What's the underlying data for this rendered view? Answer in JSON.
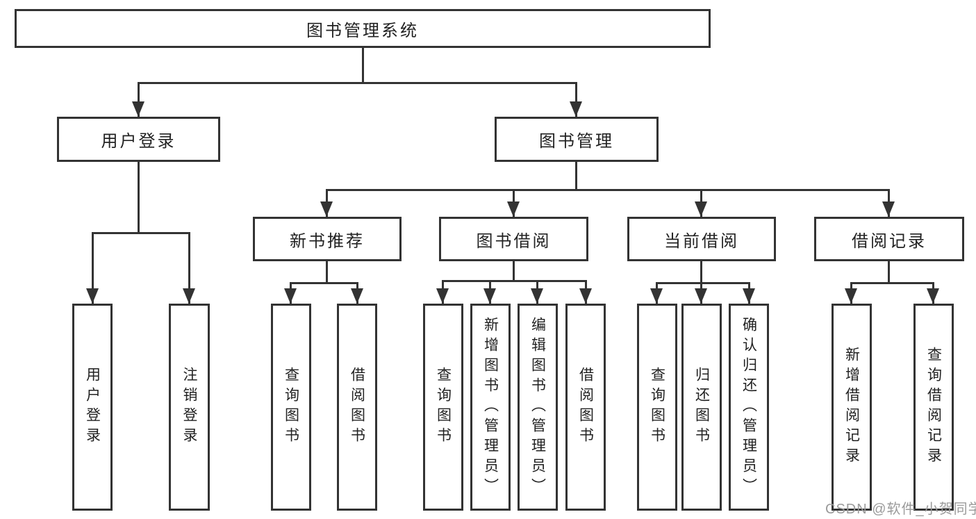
{
  "root": {
    "label": "图书管理系统"
  },
  "level2": [
    {
      "label": "用户登录"
    },
    {
      "label": "图书管理"
    }
  ],
  "level3": [
    {
      "parent": "图书管理",
      "label": "新书推荐"
    },
    {
      "parent": "图书管理",
      "label": "图书借阅"
    },
    {
      "parent": "图书管理",
      "label": "当前借阅"
    },
    {
      "parent": "图书管理",
      "label": "借阅记录"
    }
  ],
  "leaves": [
    {
      "parent": "用户登录",
      "label": "用户登录"
    },
    {
      "parent": "用户登录",
      "label": "注销登录"
    },
    {
      "parent": "新书推荐",
      "label": "查询图书"
    },
    {
      "parent": "新书推荐",
      "label": "借阅图书"
    },
    {
      "parent": "图书借阅",
      "label": "查询图书"
    },
    {
      "parent": "图书借阅",
      "label": "新增图书（管理员）"
    },
    {
      "parent": "图书借阅",
      "label": "编辑图书（管理员）"
    },
    {
      "parent": "图书借阅",
      "label": "借阅图书"
    },
    {
      "parent": "当前借阅",
      "label": "查询图书"
    },
    {
      "parent": "当前借阅",
      "label": "归还图书"
    },
    {
      "parent": "当前借阅",
      "label": "确认归还（管理员）"
    },
    {
      "parent": "借阅记录",
      "label": "新增借阅记录"
    },
    {
      "parent": "借阅记录",
      "label": "查询借阅记录"
    }
  ],
  "watermark": "CSDN @软件_小贺同学",
  "colors": {
    "line": "#333333",
    "text": "#222222",
    "watermark": "#9b9b9b",
    "background": "#ffffff"
  }
}
